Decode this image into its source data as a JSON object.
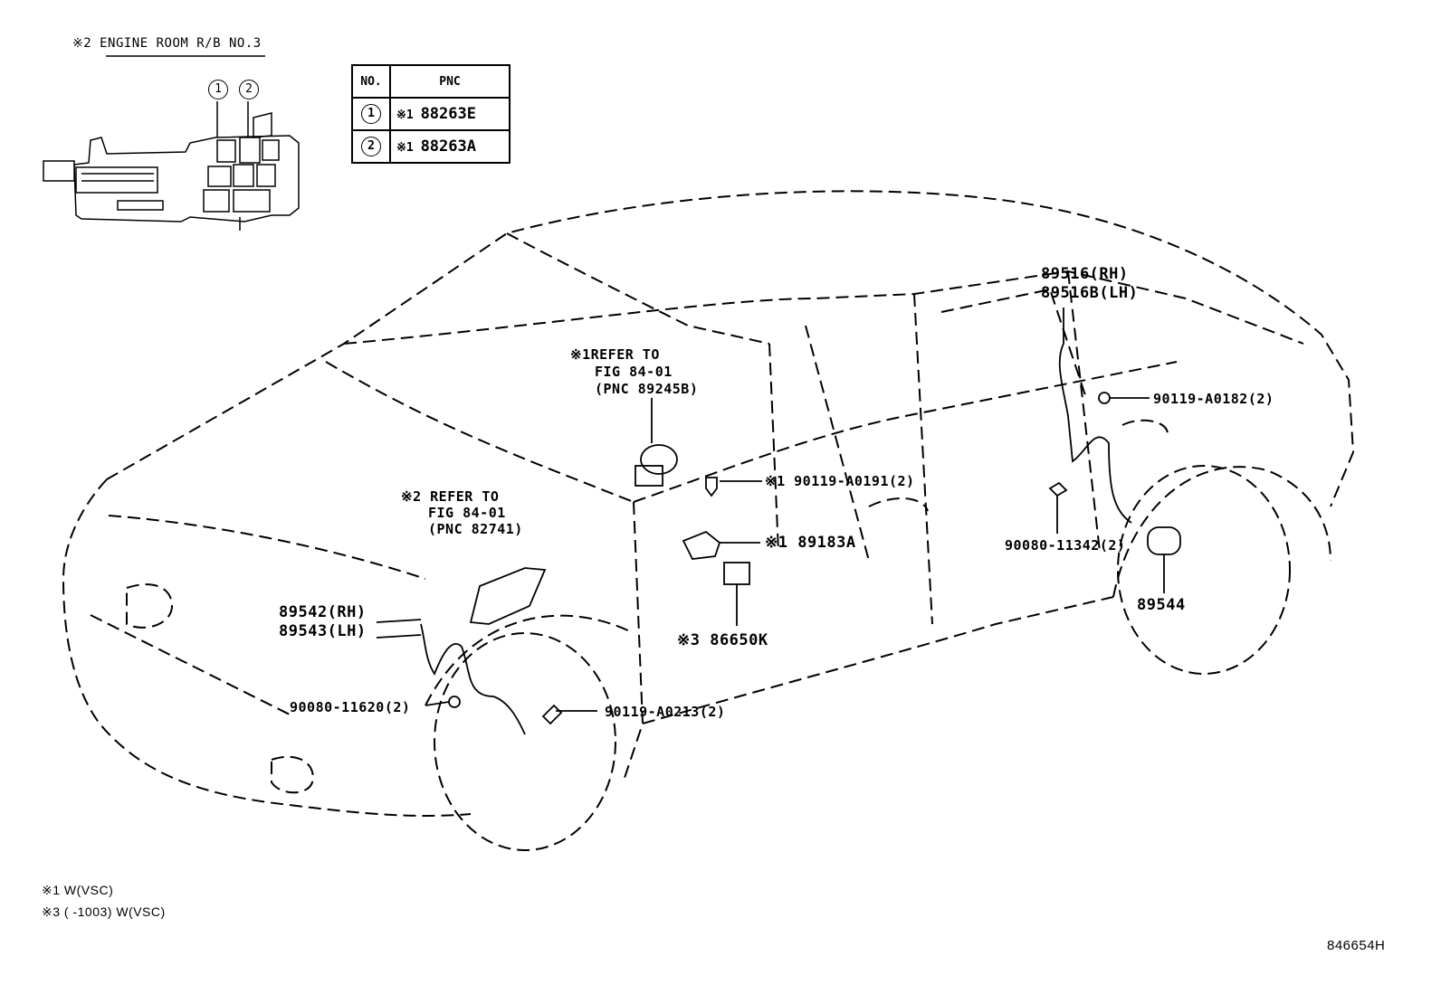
{
  "header": {
    "relay_block_title": "※2 ENGINE ROOM R/B NO.3",
    "callout_1": "1",
    "callout_2": "2"
  },
  "pnc_table": {
    "col_no": "NO.",
    "col_pnc": "PNC",
    "rows": [
      {
        "no": "1",
        "mark": "※1",
        "pnc": "88263E"
      },
      {
        "no": "2",
        "mark": "※1",
        "pnc": "88263A"
      }
    ]
  },
  "labels": {
    "ref1_l1": "※1REFER TO",
    "ref1_l2": "FIG 84-01",
    "ref1_l3": "(PNC 89245B)",
    "ref2_l1": "※2 REFER TO",
    "ref2_l2": "FIG 84-01",
    "ref2_l3": "(PNC 82741)",
    "p89516_rh": "89516(RH)",
    "p89516b_lh": "89516B(LH)",
    "p90119_a0182": "90119-A0182(2)",
    "p90119_a0191": "※1 90119-A0191(2)",
    "p89183a": "※1 89183A",
    "p90080_11342": "90080-11342(2)",
    "p89544": "89544",
    "p86650k": "※3 86650K",
    "p89542_rh": "89542(RH)",
    "p89543_lh": "89543(LH)",
    "p90080_11620": "90080-11620(2)",
    "p90119_a0213": "90119-A0213(2)"
  },
  "footnotes": {
    "note1": "※1 W(VSC)",
    "note3": "※3 (    -1003) W(VSC)"
  },
  "figure_id": "846654H"
}
